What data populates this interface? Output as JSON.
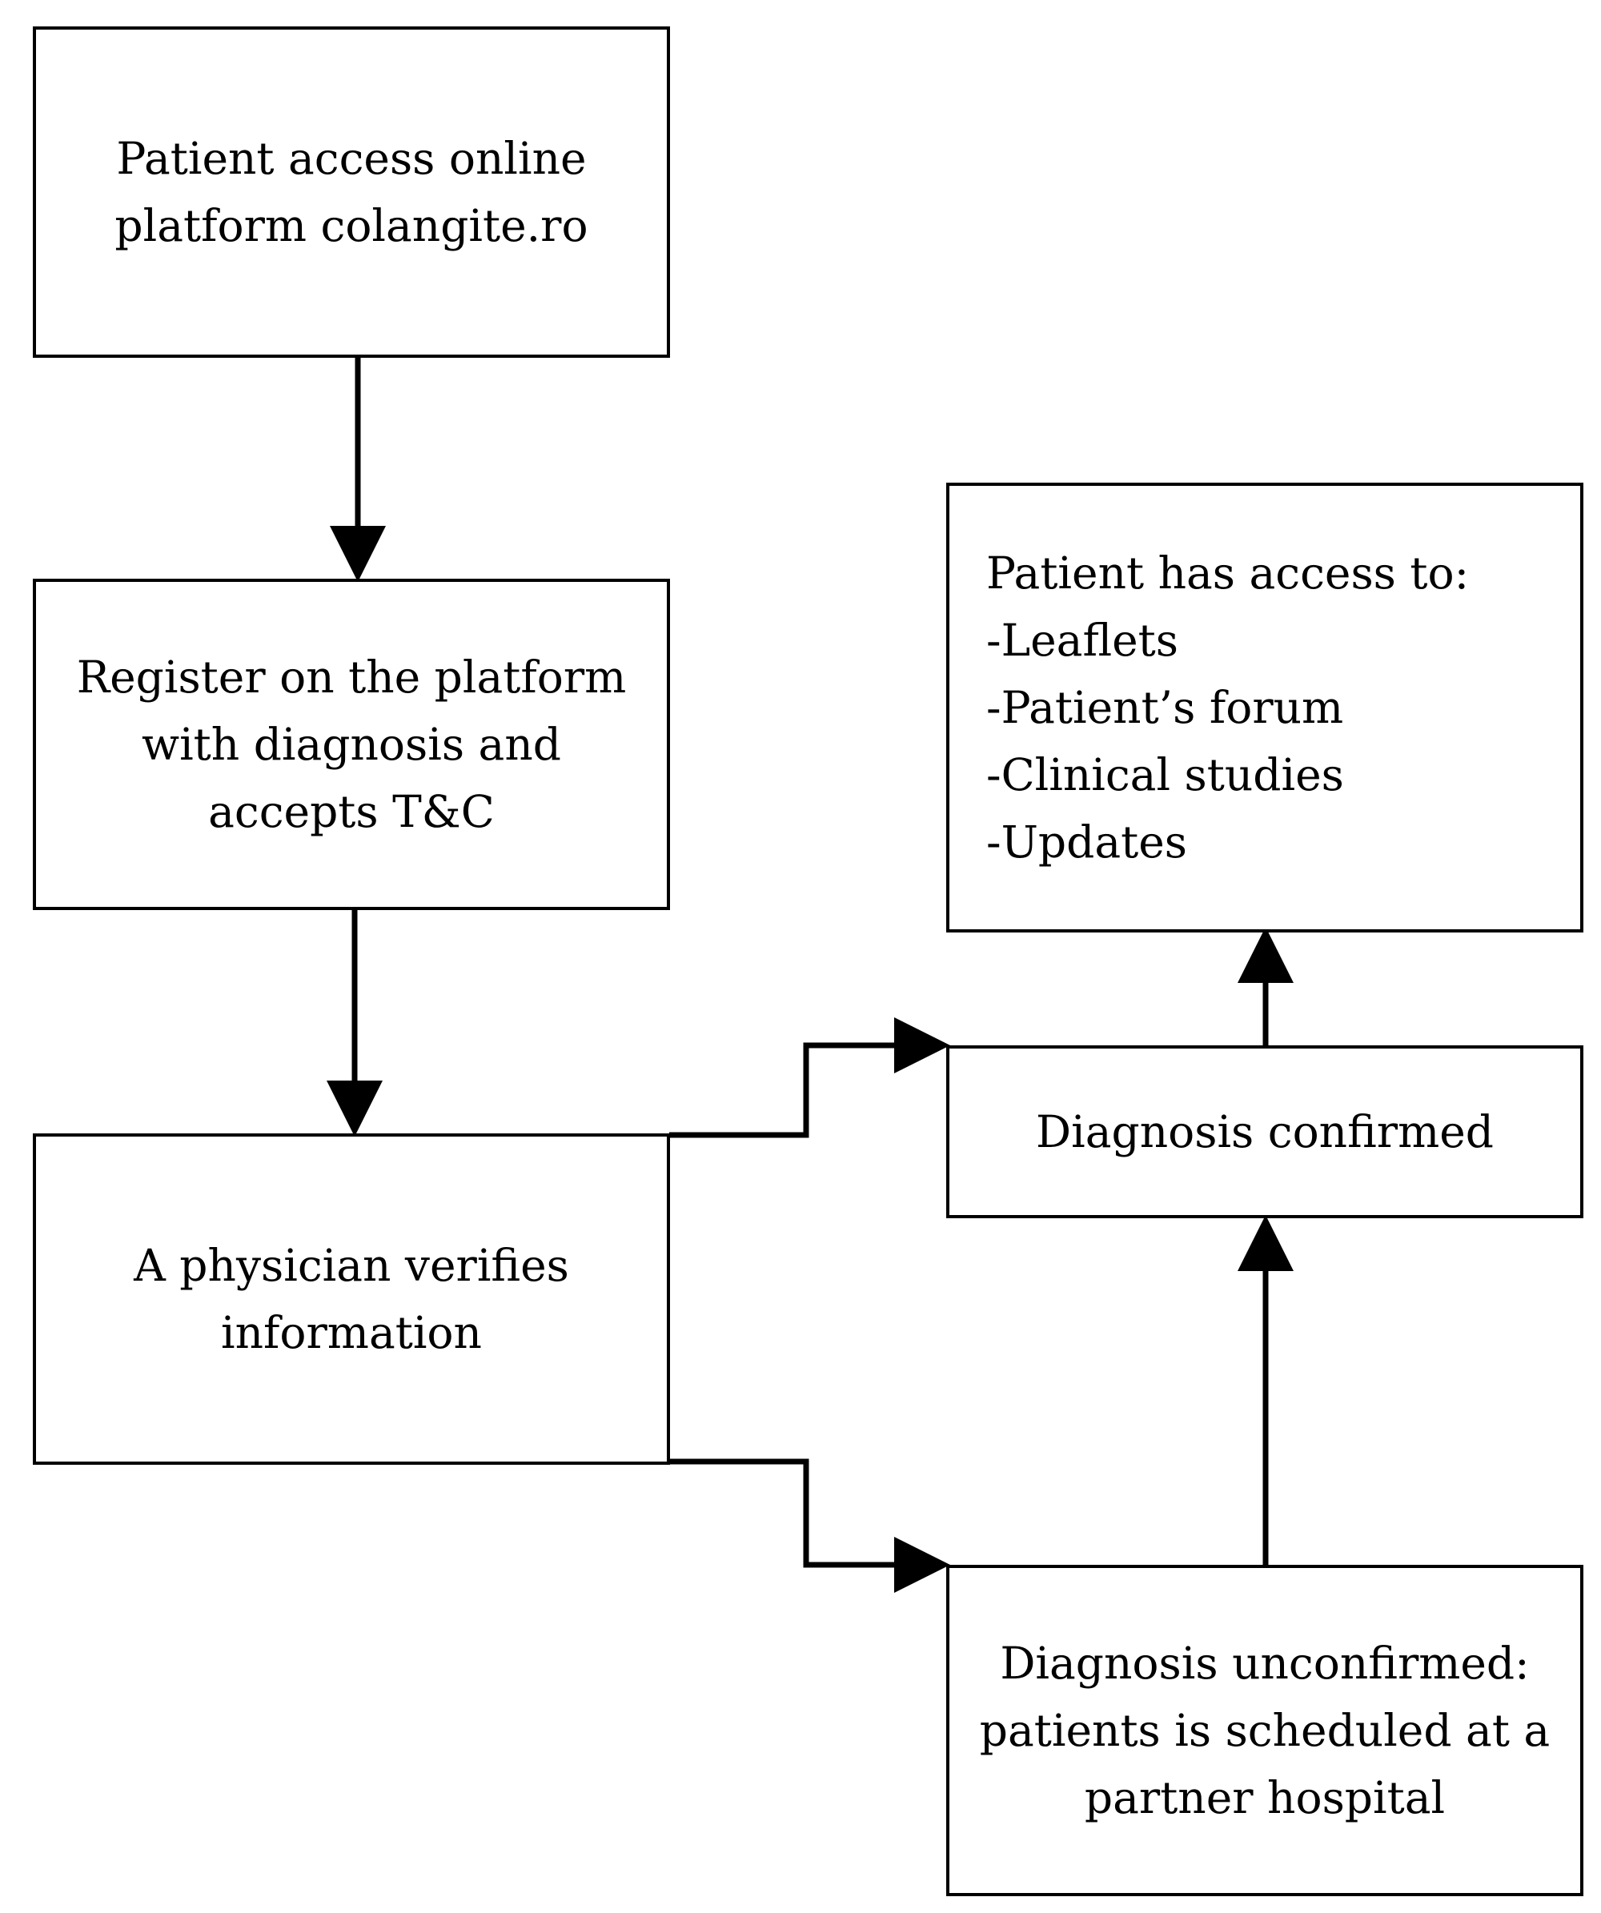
{
  "nodes": {
    "access": {
      "lines": [
        "Patient access online",
        "platform colangite.ro"
      ]
    },
    "register": {
      "lines": [
        "Register on the platform",
        "with diagnosis and",
        "accepts T&C"
      ]
    },
    "verify": {
      "lines": [
        "A physician verifies",
        "information"
      ]
    },
    "confirmed": {
      "lines": [
        "Diagnosis confirmed"
      ]
    },
    "unconfirmed": {
      "lines": [
        "Diagnosis unconfirmed:",
        "patients is scheduled at a",
        "partner hospital"
      ]
    },
    "access_granted": {
      "lines": [
        "Patient has access to:",
        "-Leaflets",
        "-Patient’s forum",
        "-Clinical studies",
        "-Updates"
      ]
    }
  },
  "edges": [
    {
      "from": "access",
      "to": "register"
    },
    {
      "from": "register",
      "to": "verify"
    },
    {
      "from": "verify",
      "to": "confirmed"
    },
    {
      "from": "verify",
      "to": "unconfirmed"
    },
    {
      "from": "unconfirmed",
      "to": "confirmed"
    },
    {
      "from": "confirmed",
      "to": "access_granted"
    }
  ],
  "colors": {
    "stroke": "#000000",
    "background": "#ffffff"
  }
}
